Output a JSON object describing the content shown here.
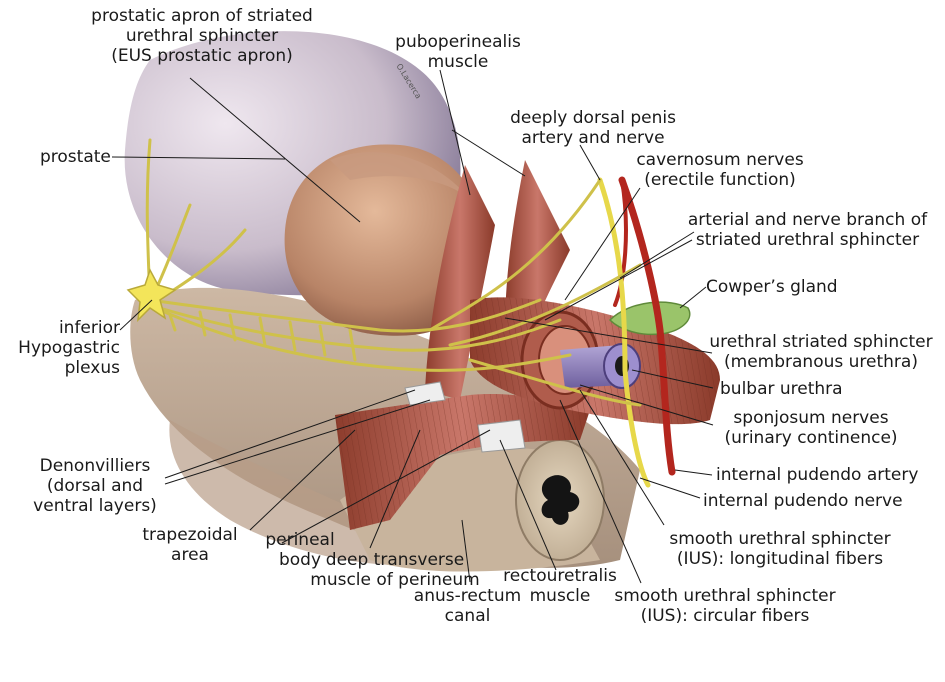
{
  "signature": "O.Lacerca",
  "labels": {
    "prostatic_apron": [
      "prostatic apron of striated",
      "urethral sphincter",
      "(EUS prostatic apron)"
    ],
    "puboperinealis": [
      "puboperinealis",
      "muscle"
    ],
    "deeply_dorsal": [
      "deeply dorsal penis",
      "artery and nerve"
    ],
    "cavernosum": [
      "cavernosum nerves",
      "(erectile function)"
    ],
    "prostate": [
      "prostate"
    ],
    "arterial_branch": [
      "arterial and nerve branch of",
      "striated urethral sphincter"
    ],
    "cowpers": [
      "Cowper’s gland"
    ],
    "inferior_hypogastric": [
      "inferior",
      "Hypogastric",
      "plexus"
    ],
    "urethral_striated": [
      "urethral striated sphincter",
      "(membranous urethra)"
    ],
    "bulbar": [
      "bulbar urethra"
    ],
    "sponjosum": [
      "sponjosum nerves",
      "(urinary continence)"
    ],
    "denonvilliers": [
      "Denonvilliers",
      "(dorsal and",
      "ventral layers)"
    ],
    "pudendo_artery": [
      "internal pudendo artery"
    ],
    "pudendo_nerve": [
      "internal pudendo nerve"
    ],
    "trapezoidal": [
      "trapezoidal",
      "area"
    ],
    "perineal_body": [
      "perineal",
      "body"
    ],
    "deep_transverse": [
      "deep transverse",
      "muscle of perineum"
    ],
    "smooth_longitudinal": [
      "smooth urethral sphincter",
      "(IUS): longitudinal fibers"
    ],
    "rectouretralis": [
      "rectouretralis",
      "muscle"
    ],
    "anus_rectum": [
      "anus-rectum",
      "canal"
    ],
    "smooth_circular": [
      "smooth urethral sphincter",
      "(IUS): circular fibers"
    ]
  }
}
